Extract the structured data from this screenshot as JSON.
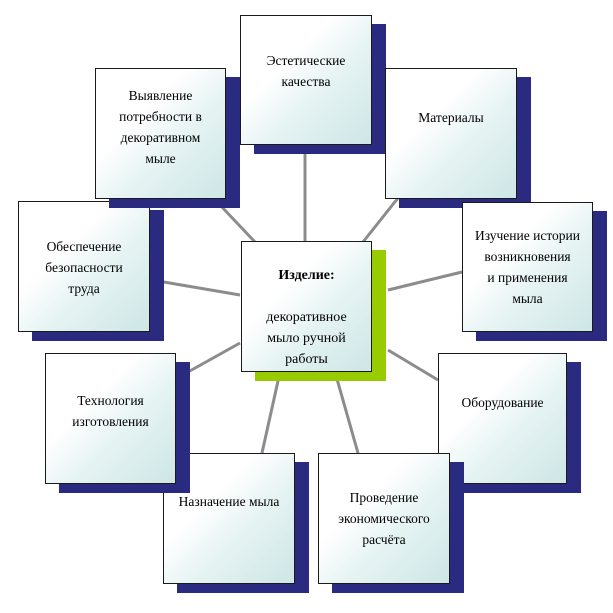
{
  "center": {
    "title": "Изделие:",
    "subtitle": "декоративное\nмыло ручной\nработы"
  },
  "nodes": [
    {
      "id": "esthetic",
      "label": "Эстетические\nкачества"
    },
    {
      "id": "materials",
      "label": "Материалы"
    },
    {
      "id": "history",
      "label": "Изучение истории\nвозникновения\nи применения\nмыла"
    },
    {
      "id": "equipment",
      "label": "Оборудование"
    },
    {
      "id": "economic",
      "label": "Проведение\nэкономического\nрасчёта"
    },
    {
      "id": "purpose",
      "label": "Назначение мыла"
    },
    {
      "id": "technology",
      "label": "Технология\nизготовления"
    },
    {
      "id": "safety",
      "label": "Обеспечение\nбезопасности\nтруда"
    },
    {
      "id": "needs",
      "label": "Выявление\nпотребности в\nдекоративном\nмыле"
    }
  ],
  "colors": {
    "shadow": "#2a2a80",
    "center_shadow": "#99cc00",
    "connector": "#8c8c8c"
  }
}
